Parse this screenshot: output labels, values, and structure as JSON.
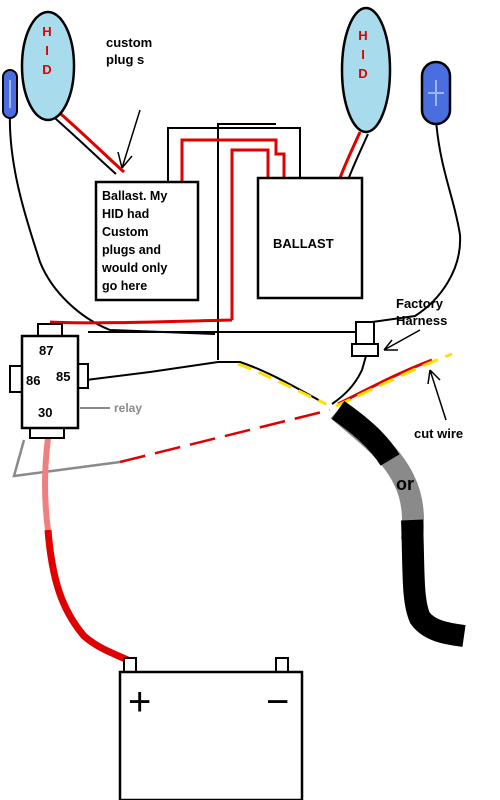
{
  "labels": {
    "hid_left": "HID",
    "hid_right": "HID",
    "custom_plugs_line1": "custom",
    "custom_plugs_line2": "plug s",
    "ballast_note": [
      "Ballast. My",
      "HID had",
      "Custom",
      "plugs and",
      "would only",
      "go here"
    ],
    "ballast_right": "BALLAST",
    "factory_harness_line1": "Factory",
    "factory_harness_line2": "Harness",
    "cut_wire": "cut wire",
    "relay": "relay",
    "watermark": "or"
  },
  "relay_pins": {
    "top": "87",
    "left": "86",
    "right": "85",
    "bottom": "30"
  },
  "battery": {
    "positive": "+",
    "negative": "−"
  },
  "colors": {
    "hid_fill": "#a8dcec",
    "indicator_fill": "#4a6ee0",
    "wire_red": "#e00000",
    "wire_black": "#000000",
    "wire_yellow": "#ffe000",
    "wire_pink": "#f08080",
    "wire_grey": "#8a8a8a"
  }
}
